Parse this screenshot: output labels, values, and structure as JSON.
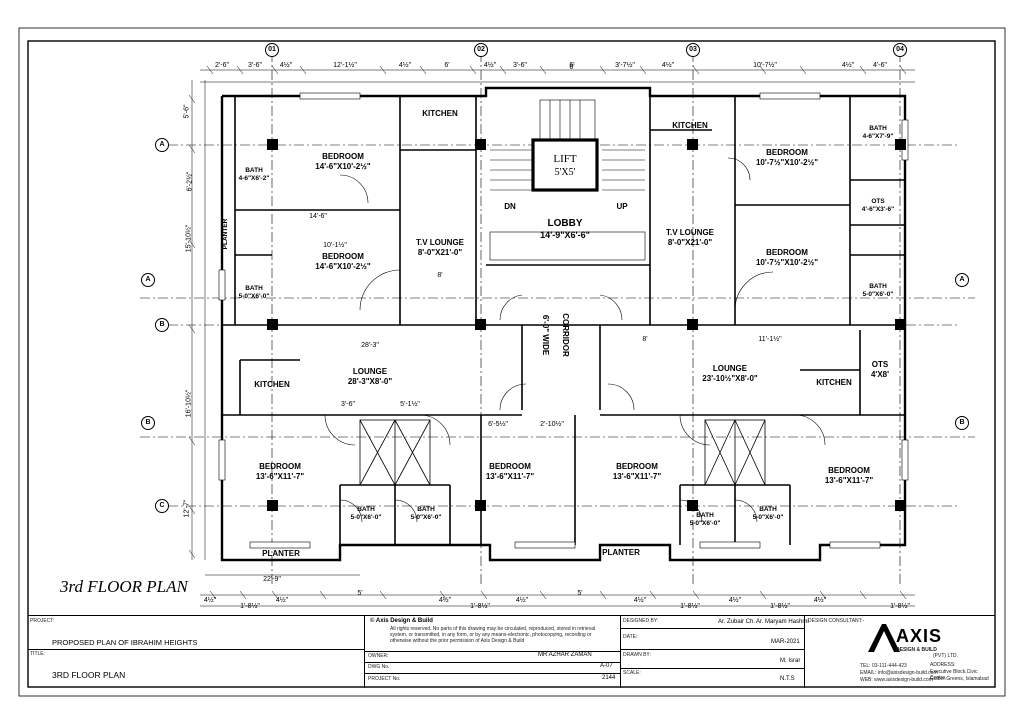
{
  "sheet": {
    "plan_title": "3rd FLOOR PLAN"
  },
  "grid": {
    "columns": [
      "01",
      "02",
      "03",
      "04"
    ],
    "rows": [
      "A",
      "A",
      "B",
      "B",
      "C"
    ]
  },
  "rooms": {
    "kitchen_tl": "KITCHEN",
    "bedroom1": "BEDROOM",
    "bedroom1_size": "14'-6\"X10'-2½\"",
    "bath1": "BATH",
    "bath1_size": "4-6\"X6'-2\"",
    "planter_left": "PLANTER",
    "bedroom2": "BEDROOM",
    "bedroom2_size": "14'-6\"X10'-2½\"",
    "bath2": "BATH",
    "bath2_size": "5-0\"X6'-0\"",
    "tv1": "T.V LOUNGE",
    "tv1_size": "8'-0\"X21'-0\"",
    "lift": "LIFT",
    "lift_size": "5'X5'",
    "dn": "DN",
    "up": "UP",
    "lobby": "LOBBY",
    "lobby_size": "14'-9\"X6'-6\"",
    "kitchen_tr": "KITCHEN",
    "tv2": "T.V LOUNGE",
    "tv2_size": "8'-0\"X21'-0\"",
    "bedroom3": "BEDROOM",
    "bedroom3_size": "10'-7½\"X10'-2½\"",
    "bath3": "BATH",
    "bath3_size": "4-6\"X7'-9\"",
    "ots1": "OTS",
    "ots1_size": "4'-6\"X3'-6\"",
    "bedroom4": "BEDROOM",
    "bedroom4_size": "10'-7½\"X10'-2½\"",
    "bath4": "BATH",
    "bath4_size": "5-0\"X6'-0\"",
    "corridor": "CORRIDOR",
    "corridor_size": "6'-0\" WIDE",
    "lounge1": "LOUNGE",
    "lounge1_size": "28'-3\"X8'-0\"",
    "kitchen_bl": "KITCHEN",
    "lounge2": "LOUNGE",
    "lounge2_size": "23'-10½\"X8'-0\"",
    "kitchen_br": "KITCHEN",
    "ots2": "OTS",
    "ots2_size": "4'X8'",
    "bedroom5": "BEDROOM",
    "bedroom5_size": "13'-6\"X11'-7\"",
    "bath5": "BATH",
    "bath5_size": "5-0\"X6'-0\"",
    "bath6": "BATH",
    "bath6_size": "5-0\"X6'-0\"",
    "bedroom6": "BEDROOM",
    "bedroom6_size": "13'-6\"X11'-7\"",
    "bedroom7": "BEDROOM",
    "bedroom7_size": "13'-6\"X11'-7\"",
    "bath7": "BATH",
    "bath7_size": "5-0\"X6'-0\"",
    "bath8": "BATH",
    "bath8_size": "5-0\"X6'-0\"",
    "bedroom8": "BEDROOM",
    "bedroom8_size": "13'-6\"X11'-7\"",
    "planter_b1": "PLANTER",
    "planter_b2": "PLANTER"
  },
  "dimensions": {
    "top": [
      "2'-6\"",
      "3'-6\"",
      "4½\"",
      "12'-1½\"",
      "4½\"",
      "6'",
      "4½\"",
      "3'-6\"",
      "6'",
      "3'-7½\"",
      "4½\"",
      "10'-7½\"",
      "4½\"",
      "4'-6\""
    ],
    "total_bottom": "22'-9\"",
    "bottom": [
      "4½\"",
      "1'-8½\"",
      "4½\"",
      "5'",
      "4½\"",
      "1'-8½\"",
      "4½\"",
      "5'",
      "4½\"",
      "1'-8½\"",
      "4½\"",
      "1'-8½\"",
      "4½\"",
      "1'-8½\""
    ],
    "left": [
      "5'-6\"",
      "6'-2½\"",
      "15'-10½\"",
      "16'-10½\"",
      "12'-7\""
    ],
    "inner": [
      "28'-3\"",
      "14'-6\"",
      "10'-1½\"",
      "8'",
      "6'",
      "8'",
      "11'-1½\"",
      "3'-6\"",
      "5'-1½\"",
      "6'-5½\"",
      "2'-10½\""
    ]
  },
  "title_block": {
    "project_label": "PROJECT:",
    "project": "PROPOSED PLAN OF IBRAHIM HEIGHTS",
    "title_label": "TITLE:",
    "title": "3RD FLOOR PLAN",
    "copyright_head": "© Axis Design & Build",
    "copyright_l1": "All rights reserved. No parts of this drawing may be circulated, reproduced, stored in retrieval",
    "copyright_l2": "system, or transmitted, in any form, or by any means-electronic, photocopying, recording or",
    "copyright_l3": "otherwise without the prior permission of Axis Design & Build",
    "owner_label": "OWNER:",
    "owner": "MR AZHAR ZAMAN",
    "dwg_label": "DWG No.",
    "dwg": "A-07",
    "proj_no_label": "PROJECT No.",
    "proj_no": "2144",
    "designed_label": "DESIGNED BY:",
    "designer1": "Ar. Zubair Ch.",
    "designer2": "Ar. Maryam Hashmi",
    "date_label": "DATE:",
    "date": "MAR-2021",
    "drawn_label": "DRAWN BY:",
    "drawn": "M. Israr",
    "scale_label": "SCALE:",
    "scale": "N.T.S",
    "consultant_label": "DESIGN CONSULTANT:-",
    "logo": "AXIS",
    "logo_sub": "DESIGN & BUILD",
    "logo_small": "(PVT) LTD.",
    "tel": "TEL: 03-111-444-423",
    "email": "EMAIL: info@axisdesign-build.com",
    "web": "WEB: www.axisdesign-build.com",
    "address_label": "ADDRESS:",
    "address1": "Executive Block,Civic Centre,",
    "address2": "Gulber Greens, Islamabad"
  }
}
